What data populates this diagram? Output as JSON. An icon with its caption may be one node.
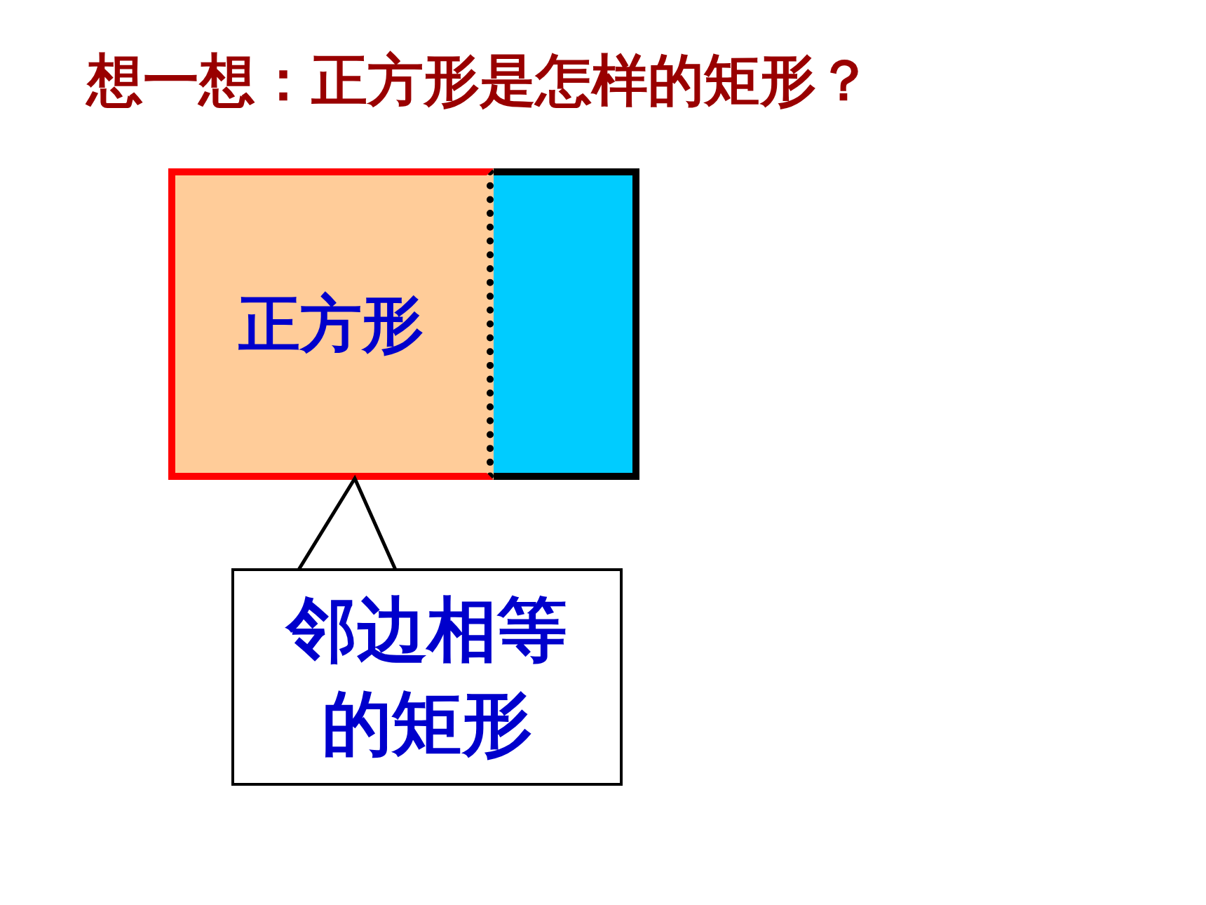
{
  "diagram": {
    "title": "想一想：正方形是怎样的矩形？",
    "nodes": [
      {
        "text": [],
        "shape": "box"
      },
      {
        "text": [
          "正方形"
        ],
        "in": 0
      },
      {
        "text": [
          "邻边相等的矩形"
        ]
      }
    ],
    "edges": [
      {
        "from": 2,
        "to": 1,
        "arrow": "none"
      }
    ]
  }
}
